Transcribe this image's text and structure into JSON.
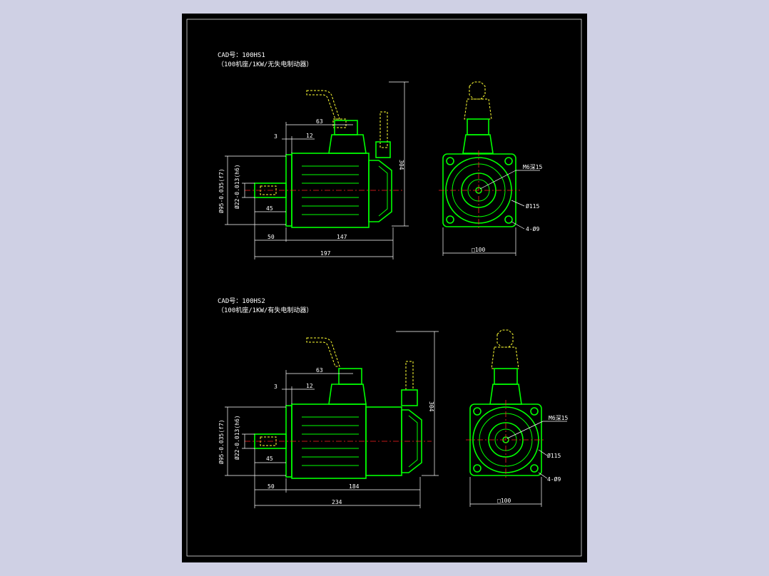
{
  "sheet": {
    "background": "#000000",
    "line_color": "#00ff00",
    "hidden_line_color": "#ffff33",
    "center_line_color": "#ff2222"
  },
  "drawing1": {
    "cad_no": "CAD号：100HS1",
    "description": "（100机座/1KW/无失电制动器）",
    "dims": {
      "d63": "63",
      "d3": "3",
      "d12": "12",
      "d304": "304",
      "shaft_dia1": "Ø95-0.035(f7)",
      "shaft_dia2": "Ø22-0.013(h6)",
      "d45": "45",
      "d50": "50",
      "d147": "147",
      "d197": "197",
      "thread": "M6深15",
      "pcd": "Ø115",
      "holes": "4-Ø9",
      "square": "□100"
    }
  },
  "drawing2": {
    "cad_no": "CAD号：100HS2",
    "description": "（100机座/1KW/有失电制动器）",
    "dims": {
      "d63": "63",
      "d3": "3",
      "d12": "12",
      "d304": "304",
      "shaft_dia1": "Ø95-0.035(f7)",
      "shaft_dia2": "Ø22-0.013(h6)",
      "d45": "45",
      "d50": "50",
      "d184": "184",
      "d234": "234",
      "thread": "M6深15",
      "pcd": "Ø115",
      "holes": "4-Ø9",
      "square": "□100"
    }
  }
}
